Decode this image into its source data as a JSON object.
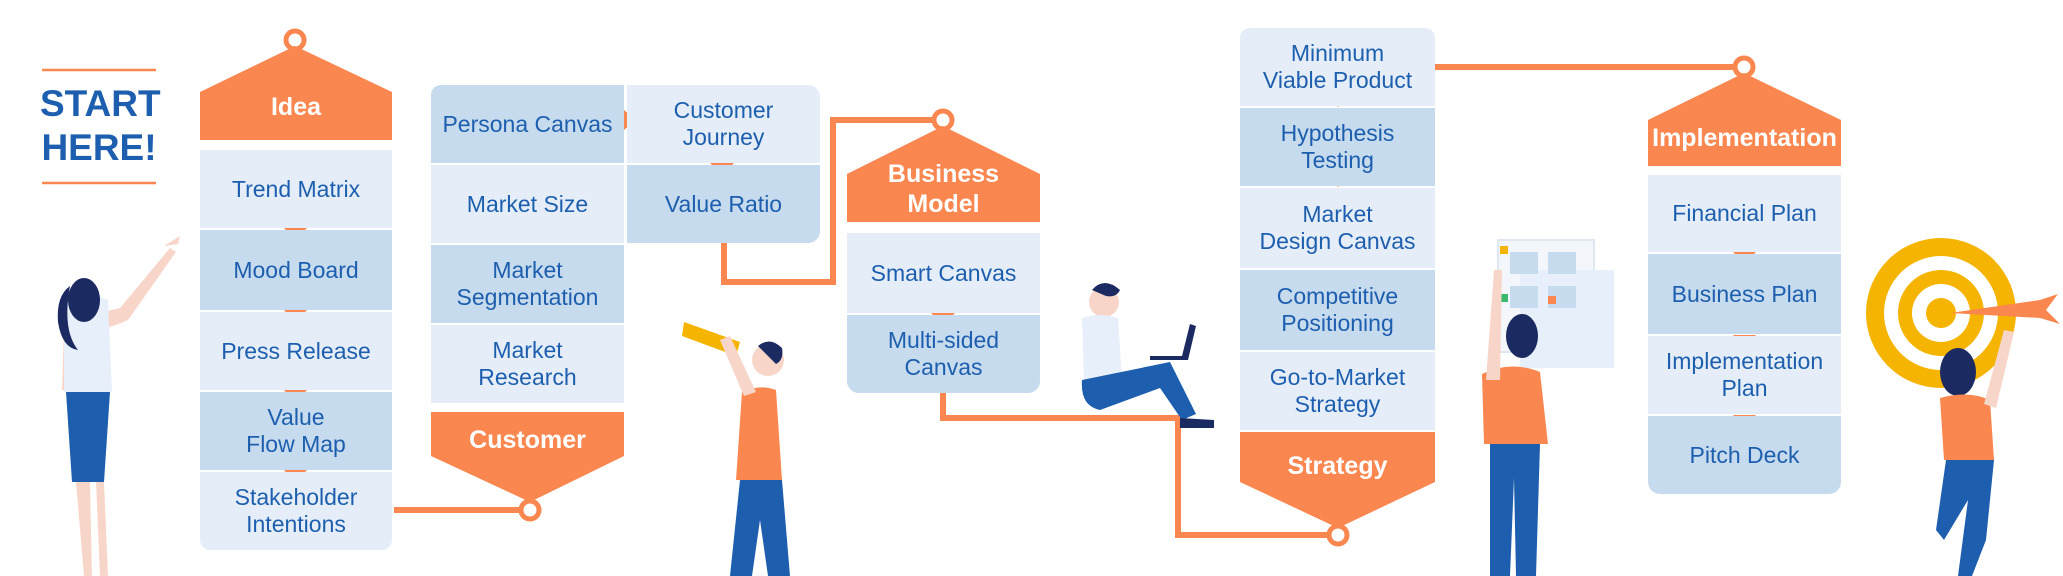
{
  "start_label": "START\nHERE!",
  "colors": {
    "orange": "#f9874f",
    "blue": "#1d5fae",
    "light": "#e5eef8",
    "mid": "#c7dbee"
  },
  "stages": {
    "idea": {
      "title": "Idea",
      "items": [
        "Trend Matrix",
        "Mood Board",
        "Press Release",
        "Value\nFlow Map",
        "Stakeholder\nIntentions"
      ]
    },
    "customer": {
      "title": "Customer",
      "items": [
        "Persona Canvas",
        "Market Size",
        "Market\nSegmentation",
        "Market\nResearch"
      ],
      "side_items": [
        "Customer\nJourney",
        "Value Ratio"
      ]
    },
    "business_model": {
      "title": "Business\nModel",
      "items": [
        "Smart Canvas",
        "Multi-sided\nCanvas"
      ]
    },
    "strategy": {
      "title": "Strategy",
      "items": [
        "Minimum\nViable Product",
        "Hypothesis\nTesting",
        "Market\nDesign Canvas",
        "Competitive\nPositioning",
        "Go-to-Market\nStrategy"
      ]
    },
    "implementation": {
      "title": "Implementation",
      "items": [
        "Financial Plan",
        "Business Plan",
        "Implementation\nPlan",
        "Pitch Deck"
      ]
    }
  }
}
